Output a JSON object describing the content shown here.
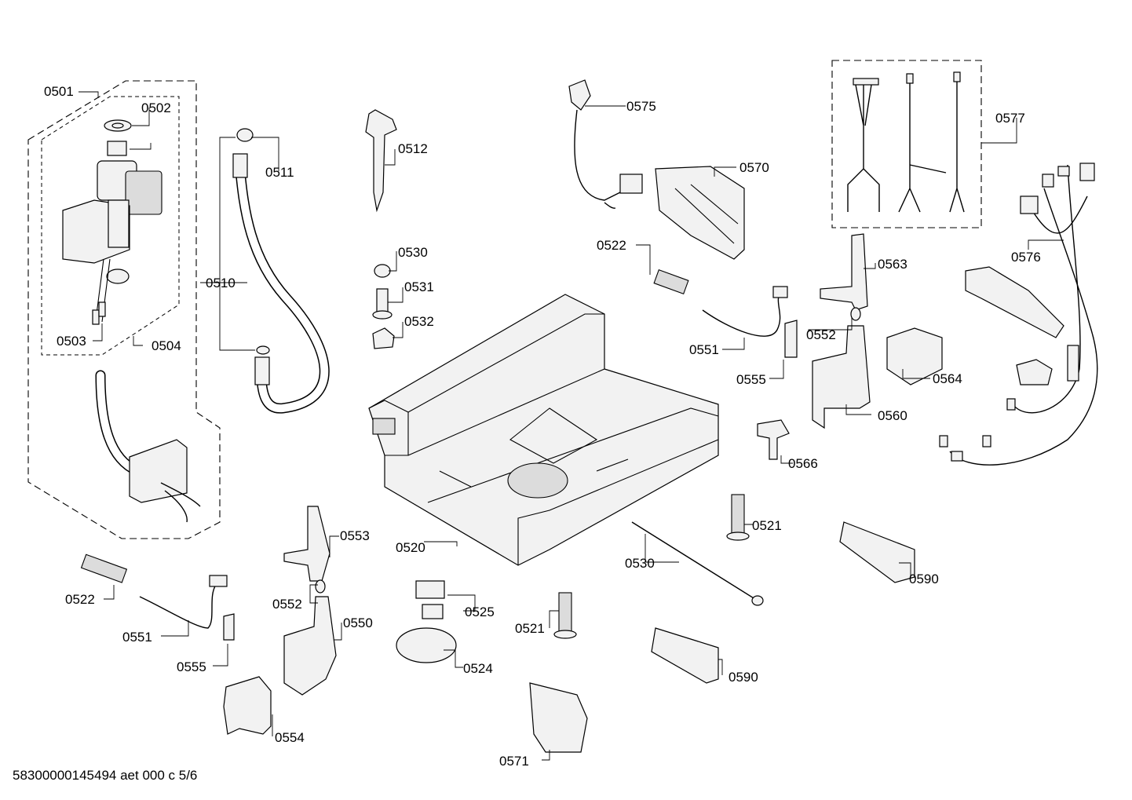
{
  "drawing_id": "58300000145494 aet 000 c 5/6",
  "part_labels": {
    "p0501": "0501",
    "p0502": "0502",
    "p0503": "0503",
    "p0504": "0504",
    "p0510": "0510",
    "p0511": "0511",
    "p0512": "0512",
    "p0520": "0520",
    "p0521a": "0521",
    "p0521b": "0521",
    "p0522a": "0522",
    "p0522b": "0522",
    "p0524": "0524",
    "p0525": "0525",
    "p0530a": "0530",
    "p0530b": "0530",
    "p0531": "0531",
    "p0532": "0532",
    "p0550": "0550",
    "p0551a": "0551",
    "p0551b": "0551",
    "p0552a": "0552",
    "p0552b": "0552",
    "p0553": "0553",
    "p0554": "0554",
    "p0555a": "0555",
    "p0555b": "0555",
    "p0560": "0560",
    "p0563": "0563",
    "p0564": "0564",
    "p0566": "0566",
    "p0570": "0570",
    "p0571": "0571",
    "p0575": "0575",
    "p0576": "0576",
    "p0577": "0577",
    "p0590a": "0590",
    "p0590b": "0590"
  }
}
